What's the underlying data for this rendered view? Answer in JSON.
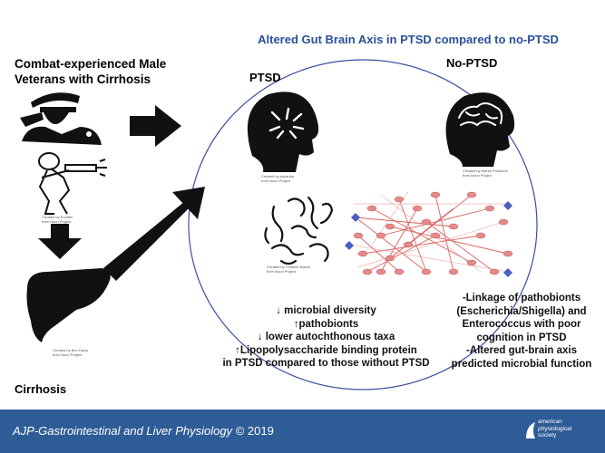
{
  "title": "Altered Gut Brain Axis in PTSD compared to no-PTSD",
  "group": {
    "line1": "Combat-experienced Male",
    "line2": "Veterans with Cirrhosis"
  },
  "ptsd_label": "PTSD",
  "no_ptsd_label": "No-PTSD",
  "cirrhosis_label": "Cirrhosis",
  "credits": {
    "soldier_gun": [
      "Created by Kunden",
      "from Noun Project"
    ],
    "ptsd_head": [
      "Created by priyanka",
      "from Noun Project"
    ],
    "noptsd_head": [
      "Created by Marek Polakovic",
      "from Noun Project"
    ],
    "microbes": [
      "Created by Creative Mania",
      "from Noun Project"
    ],
    "liver": [
      "Created by Ben Davis",
      "from Noun Project"
    ]
  },
  "findings": [
    "↓ microbial diversity",
    "↑pathobionts",
    "↓ lower autochthonous taxa",
    "↑Lipopolysaccharide binding protein",
    "in PTSD compared to those without PTSD"
  ],
  "linkage": [
    "-Linkage of pathobionts",
    "(Escherichia/Shigella) and",
    "Enterococcus with poor",
    "cognition in PTSD",
    "-Altered gut-brain axis",
    "predicted microbial function"
  ],
  "footer": {
    "journal": "AJP-Gastrointestinal and Liver Physiology",
    "copyright": "© 2019",
    "society": [
      "american",
      "physiological",
      "society"
    ]
  },
  "colors": {
    "title": "#2a4f9a",
    "footer": "#2e5c96",
    "ellipse": "#3a4fa0",
    "network_edge": "#d03030",
    "network_node": "#e58a8a"
  }
}
